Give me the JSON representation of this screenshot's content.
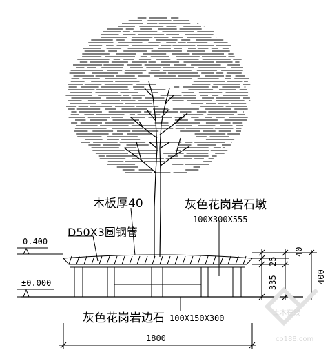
{
  "labels": {
    "wood_board": "木板厚40",
    "steel_pipe": "D50X3圆钢管",
    "granite_pier": "灰色花岗岩石墩",
    "granite_pier_size": "100X300X555",
    "granite_curb": "灰色花岗岩边石",
    "granite_curb_size": "100X150X300"
  },
  "elevations": {
    "top": "0.400",
    "ground": "±0.000"
  },
  "dimensions": {
    "width": "1800",
    "board": "40",
    "ring": "25",
    "leg": "335",
    "total": "400"
  },
  "watermark": {
    "cn": "土木在线",
    "en": "co188.com"
  },
  "colors": {
    "line": "#000000",
    "watermark": "#d8d8d8"
  }
}
